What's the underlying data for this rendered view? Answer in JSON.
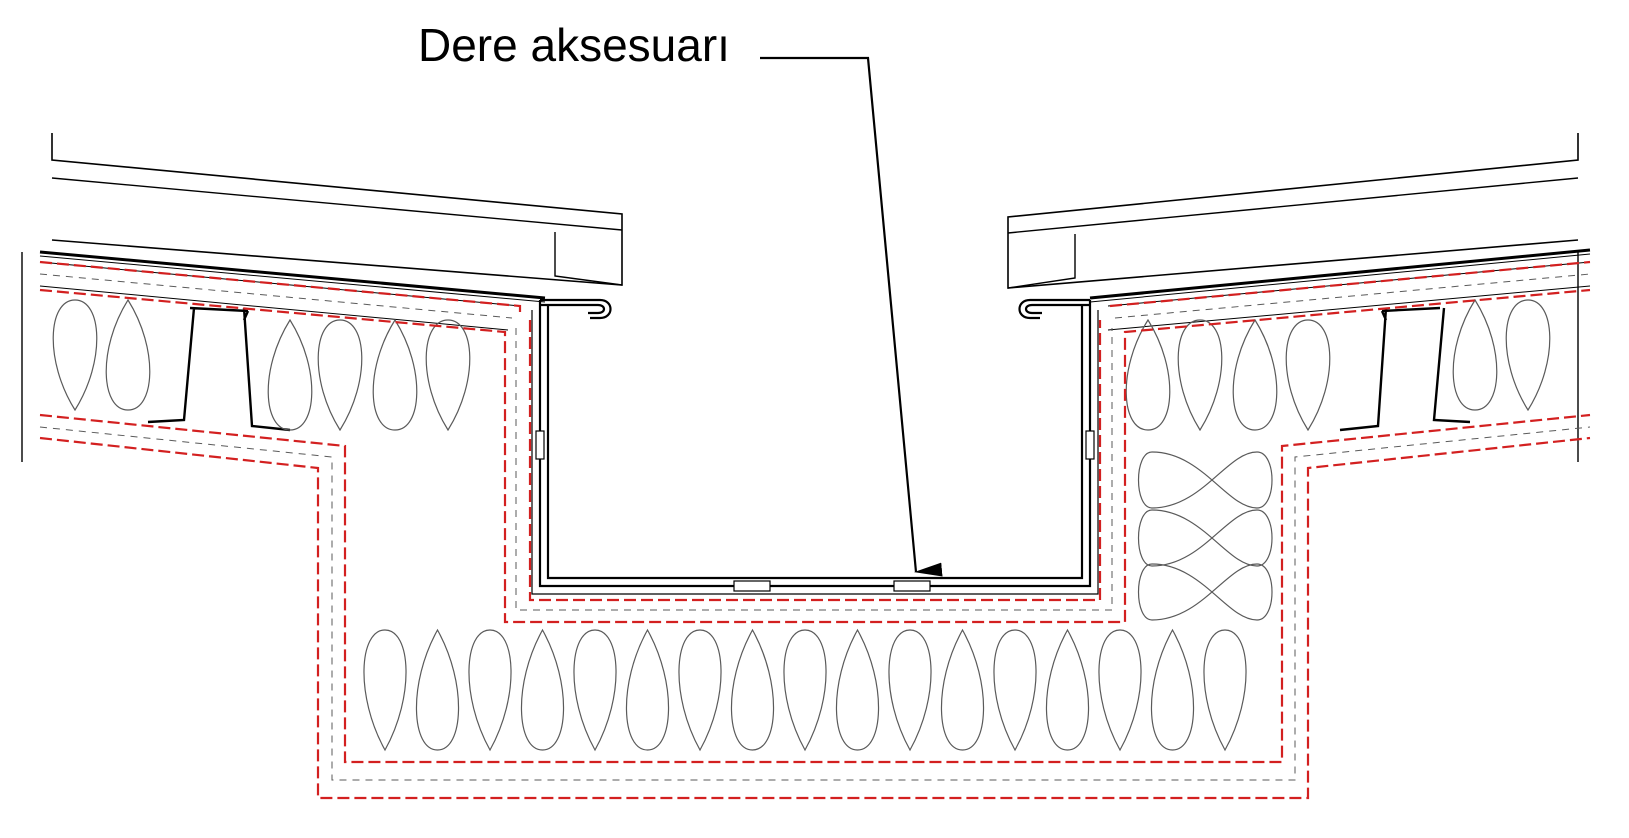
{
  "diagram": {
    "callout": {
      "label": "Dere aksesuarı"
    },
    "colors": {
      "line": "#000000",
      "insulation_line": "#5a5a5a",
      "vapor_barrier": "#d32020",
      "fill": "#ffffff"
    },
    "icons": {
      "insulation_pattern": "mineral-wool-loop-pattern",
      "membrane_pattern": "dashed-membrane-pattern"
    }
  }
}
